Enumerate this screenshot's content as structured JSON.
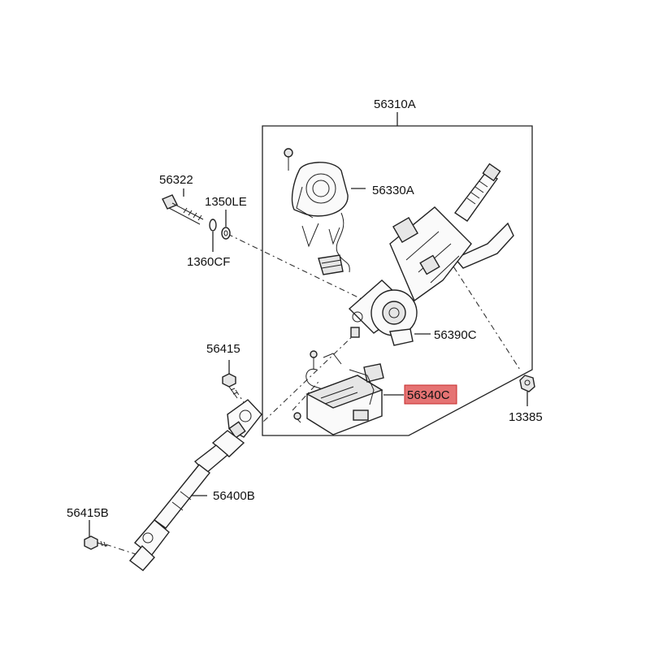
{
  "labels": {
    "assembly": "56310A",
    "bolt": "56322",
    "washer_a": "1350LE",
    "washer_b": "1360CF",
    "motor_cover": "56330A",
    "motor": "56390C",
    "ecu": "56340C",
    "nut": "13385",
    "shaft_bolt": "56415",
    "shaft": "56400B",
    "shaft_bolt_b": "56415B"
  },
  "colors": {
    "highlight": "#e57373",
    "line": "#222222"
  }
}
